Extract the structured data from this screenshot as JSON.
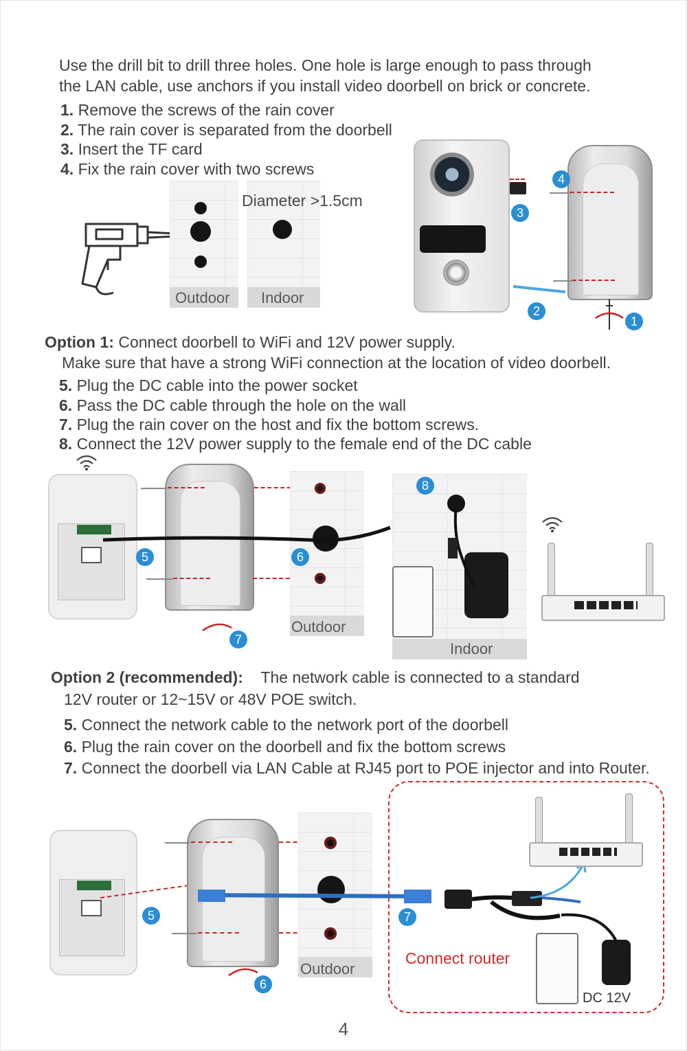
{
  "intro": {
    "line1": "Use the drill bit to drill three holes. One hole is large enough to pass through",
    "line2": "the LAN cable, use anchors if you install video doorbell on brick or concrete."
  },
  "steps_a": [
    {
      "num": "1.",
      "text": "Remove the screws of the rain cover"
    },
    {
      "num": "2.",
      "text": "The rain cover is separated from the doorbell"
    },
    {
      "num": "3.",
      "text": "Insert the TF card"
    },
    {
      "num": "4.",
      "text": "Fix the rain cover with two screws"
    }
  ],
  "figure1": {
    "diameter_label": "Diameter >1.5cm",
    "outdoor_label": "Outdoor",
    "indoor_label": "Indoor",
    "badges": [
      "1",
      "2",
      "3",
      "4"
    ]
  },
  "option1": {
    "heading": "Option 1:",
    "heading_text": "Connect doorbell to WiFi and 12V power supply.",
    "note": "Make sure that have a strong WiFi connection at the location of video doorbell.",
    "steps": [
      {
        "num": "5.",
        "text": "Plug the DC cable into the power socket"
      },
      {
        "num": "6.",
        "text": "Pass the DC cable through the hole on the wall"
      },
      {
        "num": "7.",
        "text": "Plug the rain cover on the host and fix the bottom screws."
      },
      {
        "num": "8.",
        "text": "Connect the 12V power supply to the female end of the DC cable"
      }
    ],
    "outdoor_label": "Outdoor",
    "indoor_label": "Indoor",
    "badges": [
      "5",
      "6",
      "7",
      "8"
    ]
  },
  "option2": {
    "heading": "Option 2 (recommended):",
    "heading_text": "The network cable is connected to a standard",
    "line2": "12V router or 12~15V or 48V POE switch.",
    "steps": [
      {
        "num": "5.",
        "text": "Connect the network cable to the network port of the doorbell"
      },
      {
        "num": "6.",
        "text": "Plug the rain cover on the doorbell and fix the bottom screws"
      },
      {
        "num": "7.",
        "text": "Connect the doorbell via LAN Cable at RJ45 port to POE injector and into Router."
      }
    ],
    "outdoor_label": "Outdoor",
    "connect_router": "Connect router",
    "dc_label": "DC 12V",
    "badges": [
      "5",
      "6",
      "7"
    ]
  },
  "page_number": "4",
  "colors": {
    "accent_blue": "#2a8ed4",
    "dash_red": "#c82020",
    "text": "#404040"
  }
}
